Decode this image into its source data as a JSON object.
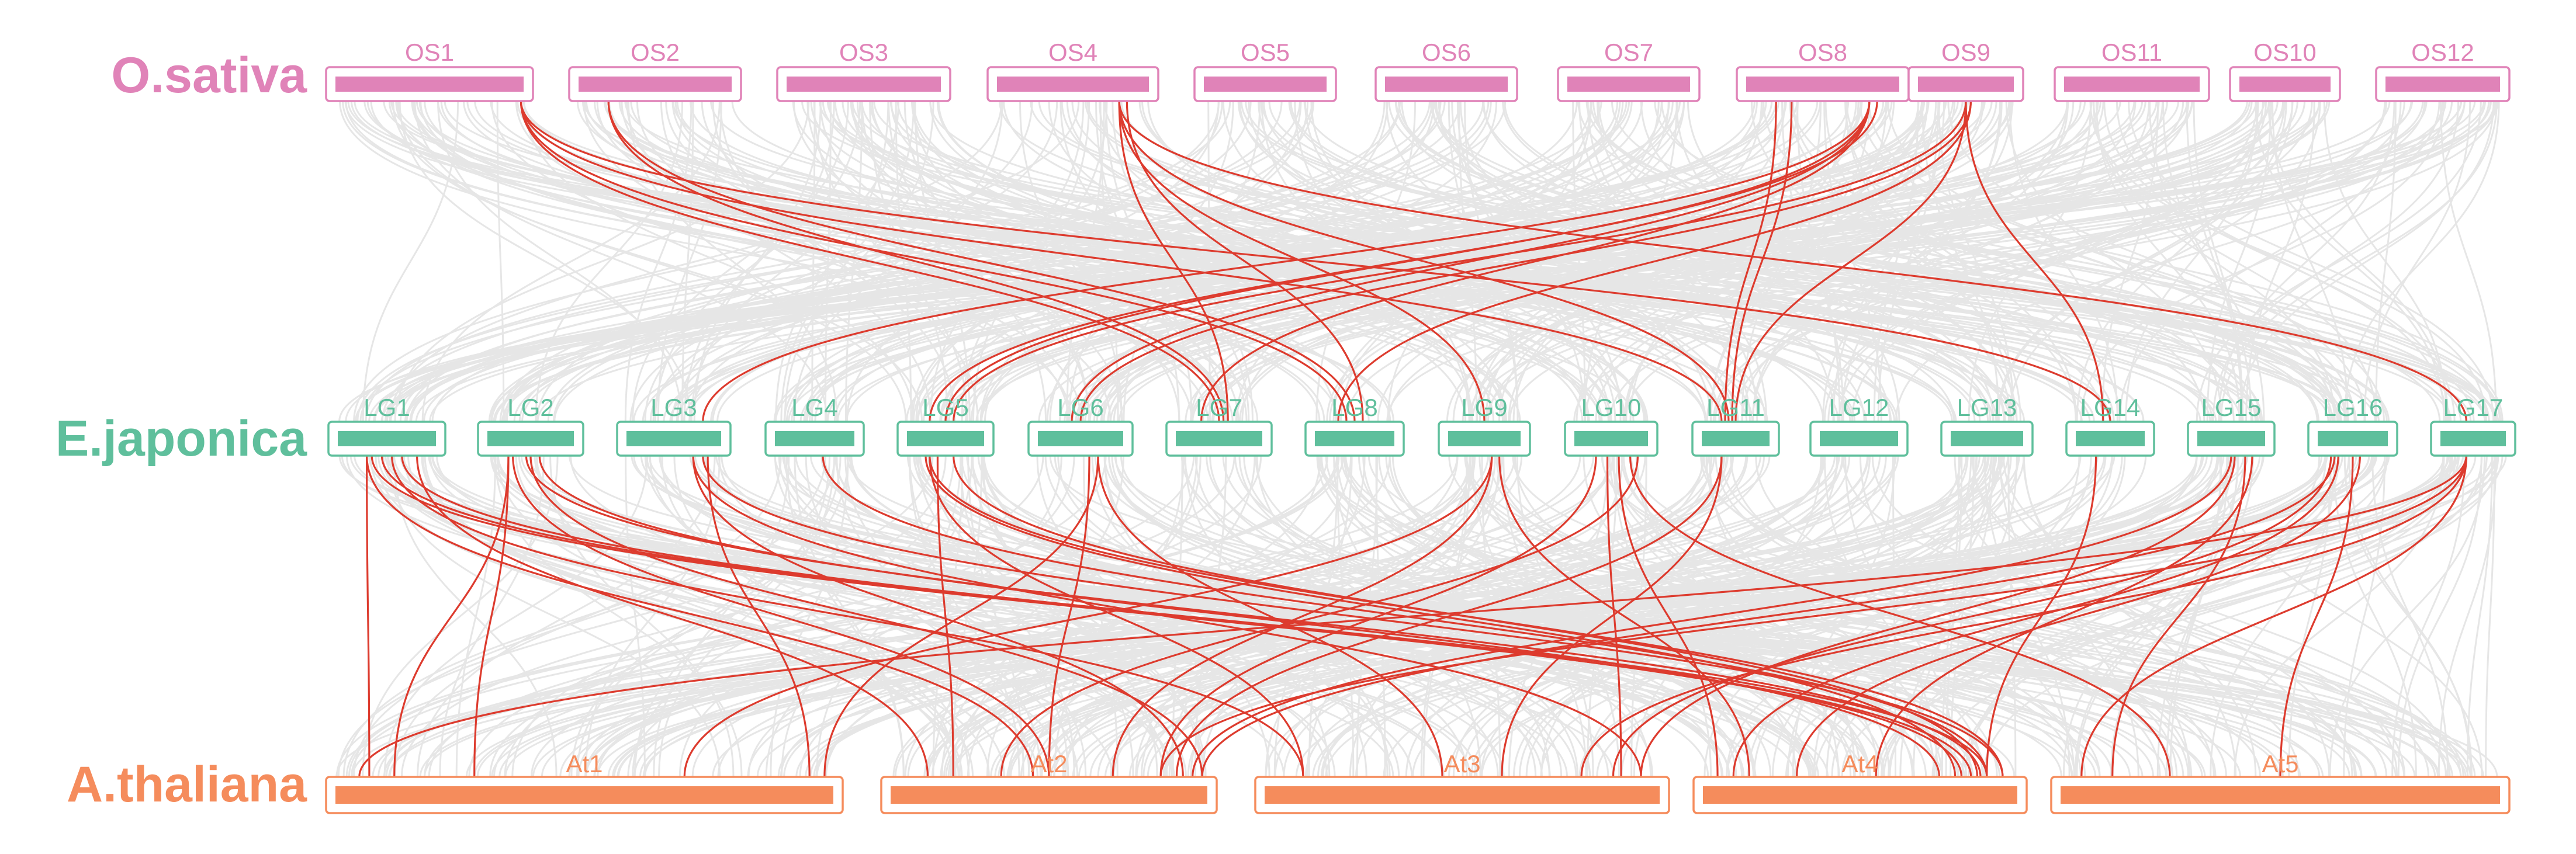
{
  "colors": {
    "background_link": "#e6e6e6",
    "highlight_link": "#dd3b2e",
    "osativa": "#e083b8",
    "ejaponica": "#5fbf9c",
    "athaliana": "#f58c5c"
  },
  "species": {
    "osativa": {
      "name": "O.sativa",
      "chromosomes": [
        "OS1",
        "OS2",
        "OS3",
        "OS4",
        "OS5",
        "OS6",
        "OS7",
        "OS8",
        "OS9",
        "OS11",
        "OS10",
        "OS12"
      ]
    },
    "ejaponica": {
      "name": "E.japonica",
      "chromosomes": [
        "LG1",
        "LG2",
        "LG3",
        "LG4",
        "LG5",
        "LG6",
        "LG7",
        "LG8",
        "LG9",
        "LG10",
        "LG11",
        "LG12",
        "LG13",
        "LG14",
        "LG15",
        "LG16",
        "LG17"
      ]
    },
    "athaliana": {
      "name": "A.thaliana",
      "chromosomes": [
        "At1",
        "At2",
        "At3",
        "At4",
        "At5"
      ]
    }
  }
}
